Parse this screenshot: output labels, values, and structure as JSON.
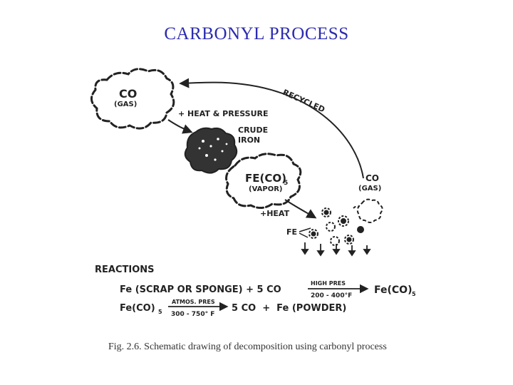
{
  "slide": {
    "title": "CARBONYL PROCESS"
  },
  "diagram": {
    "co_gas_top": {
      "formula": "CO",
      "state": "(GAS)"
    },
    "arrow_heat_pressure": "+ HEAT & PRESSURE",
    "crude_iron": {
      "line1": "CRUDE",
      "line2": "IRON"
    },
    "fe_co5_vapor": {
      "formula": "FE(CO)",
      "subscript": "5",
      "state": "(VAPOR)"
    },
    "recycled": "RECYCLED",
    "co_gas_right": {
      "formula": "CO",
      "state": "(GAS)"
    },
    "plus_heat": "+HEAT",
    "fe_label": "FE"
  },
  "reactions": {
    "heading": "REACTIONS",
    "eq1": {
      "left": "Fe (SCRAP OR SPONGE) + 5 CO",
      "above_arrow": "HIGH PRES",
      "below_arrow": "200 - 400°F",
      "right": "Fe(CO)",
      "right_sub": "5"
    },
    "eq2": {
      "left": "Fe(CO)",
      "left_sub": "5",
      "above_arrow": "ATMOS. PRES",
      "below_arrow": "300 - 750° F",
      "right": "5 CO  +  Fe (POWDER)"
    }
  },
  "caption": "Fig. 2.6. Schematic drawing of decomposition using carbonyl process",
  "colors": {
    "title": "#2b2bb0",
    "ink": "#222222"
  }
}
